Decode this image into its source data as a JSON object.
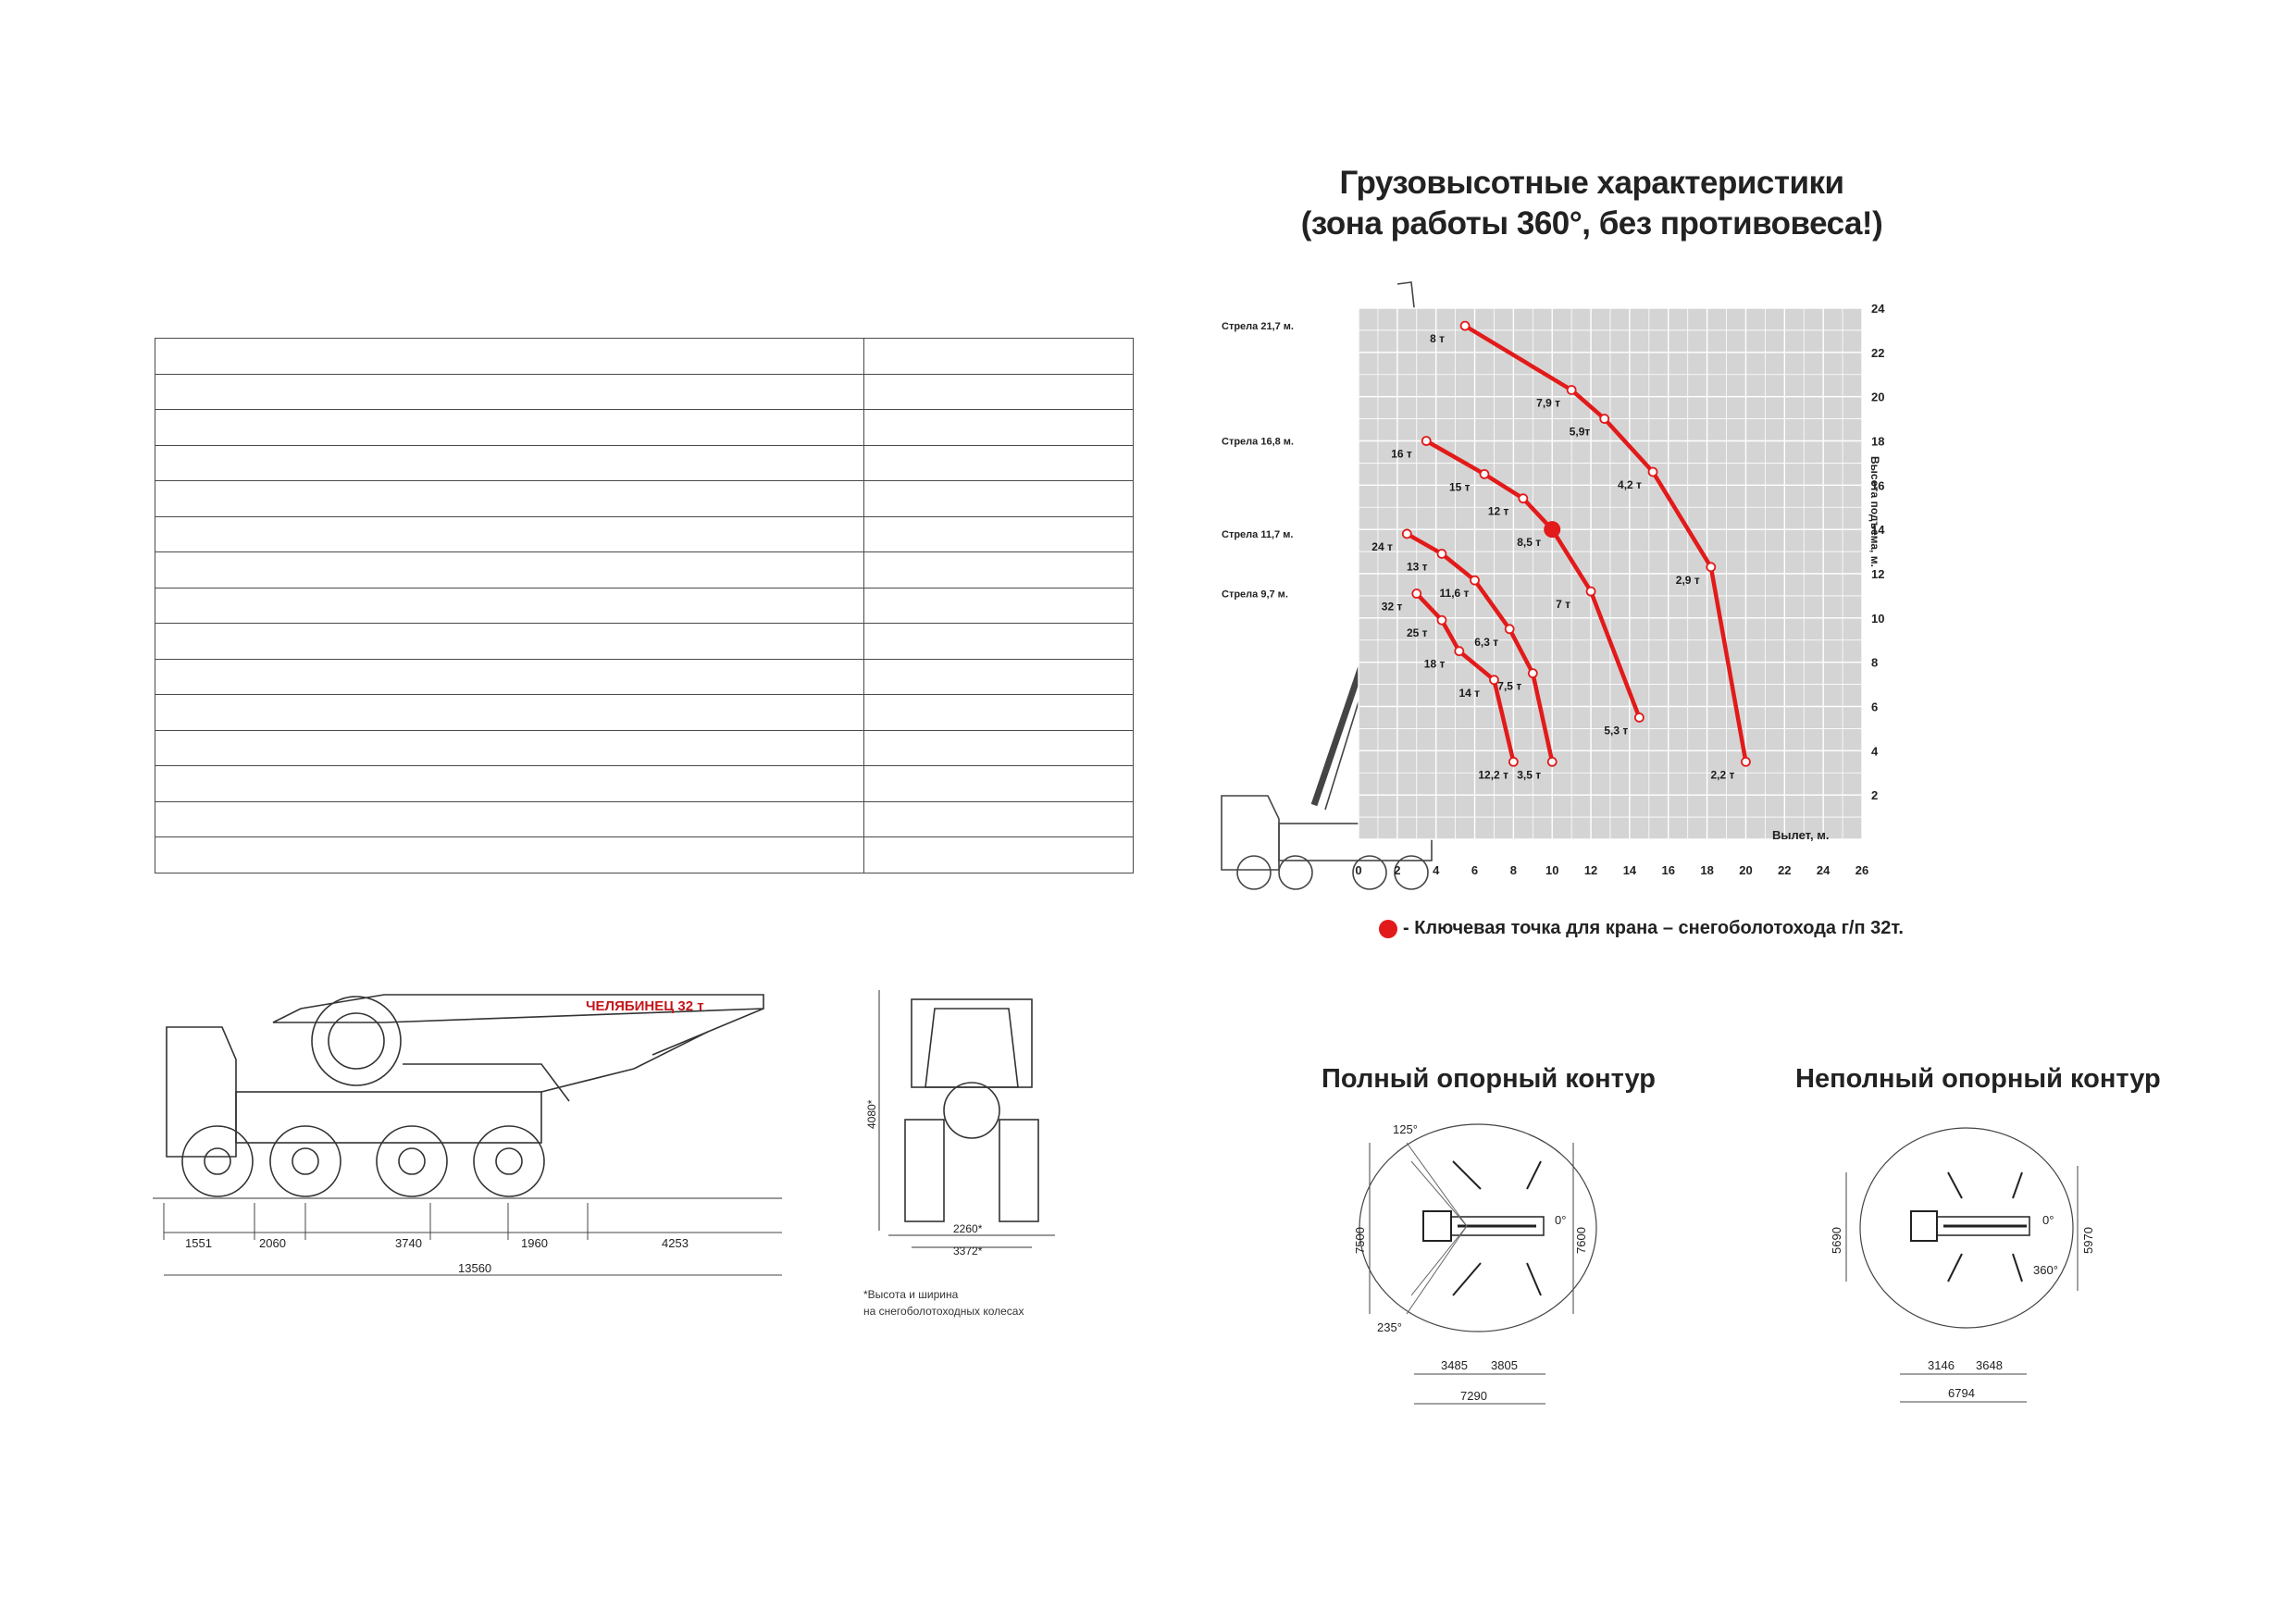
{
  "spec_table": {
    "rows": 15
  },
  "chart": {
    "title_line1": "Грузовысотные характеристики",
    "title_line2": "(зона работы 360°, без противовеса!)",
    "ylabel": "Высота подъема, м.",
    "xlabel": "Вылет, м.",
    "legend": "- Ключевая точка для крана – снегоболотохода г/п 32т.",
    "colors": {
      "curve": "#e21a1a",
      "grid_bg": "#d4d4d4",
      "grid_line": "#ffffff"
    }
  },
  "chart_data": {
    "type": "line",
    "xlim": [
      0,
      26
    ],
    "ylim": [
      0,
      24
    ],
    "x_ticks": [
      "0",
      "2",
      "4",
      "6",
      "8",
      "10",
      "12",
      "14",
      "16",
      "18",
      "20",
      "22",
      "24",
      "26"
    ],
    "y_ticks": [
      "2",
      "4",
      "6",
      "8",
      "10",
      "12",
      "14",
      "16",
      "18",
      "20",
      "22",
      "24"
    ],
    "series": [
      {
        "name": "Стрела 21,7 м.",
        "points": [
          [
            5.5,
            23.2
          ],
          [
            11,
            20.3
          ],
          [
            12.7,
            19.0
          ],
          [
            15.2,
            16.6
          ],
          [
            18.2,
            12.3
          ],
          [
            20,
            3.5
          ]
        ],
        "labels": [
          "8 т",
          "7,9 т",
          "5,9т",
          "4,2 т",
          "2,9 т",
          "2,2 т"
        ]
      },
      {
        "name": "Стрела 16,8 м.",
        "points": [
          [
            3.5,
            18.0
          ],
          [
            6.5,
            16.5
          ],
          [
            8.5,
            15.4
          ],
          [
            10,
            14.0
          ],
          [
            12,
            11.2
          ],
          [
            14.5,
            5.5
          ]
        ],
        "labels": [
          "16 т",
          "15 т",
          "12 т",
          "8,5 т",
          "7 т",
          "5,3 т"
        ]
      },
      {
        "name": "Стрела 11,7 м.",
        "points": [
          [
            2.5,
            13.8
          ],
          [
            4.3,
            12.9
          ],
          [
            6,
            11.7
          ],
          [
            7.8,
            9.5
          ],
          [
            9,
            7.5
          ],
          [
            10,
            3.5
          ]
        ],
        "labels": [
          "24 т",
          "13 т",
          "11,6 т",
          "6,3 т",
          "7,5 т",
          "3,5 т"
        ]
      },
      {
        "name": "Стрела 9,7 м.",
        "points": [
          [
            3,
            11.1
          ],
          [
            4.3,
            9.9
          ],
          [
            5.2,
            8.5
          ],
          [
            7,
            7.2
          ],
          [
            8,
            3.5
          ]
        ],
        "labels": [
          "32 т",
          "25 т",
          "18 т",
          "14 т",
          "12,2 т"
        ]
      }
    ],
    "key_point": {
      "x": 10,
      "y": 14.0
    }
  },
  "contours": {
    "full": {
      "title": "Полный опорный контур",
      "angle_1": "125°",
      "angle_2": "235°",
      "angle_3": "0°",
      "dim_left": "7500",
      "dim_right": "7600",
      "dim_b1": "3485",
      "dim_b2": "3805",
      "dim_total": "7290"
    },
    "partial": {
      "title": "Неполный опорный контур",
      "angle_1": "0°",
      "angle_2": "360°",
      "dim_left": "5690",
      "dim_right": "5970",
      "dim_b1": "3146",
      "dim_b2": "3648",
      "dim_total": "6794"
    }
  },
  "side_view": {
    "brand": "ЧЕЛЯБИНЕЦ 32 т",
    "dims": [
      "1551",
      "2060",
      "3740",
      "1960",
      "4253"
    ],
    "total": "13560"
  },
  "front_view": {
    "height": "4080*",
    "width_1": "2260*",
    "width_2": "3372*"
  },
  "note": {
    "line1": "*Высота и ширина",
    "line2": "на снегоболотоходных колесах"
  }
}
